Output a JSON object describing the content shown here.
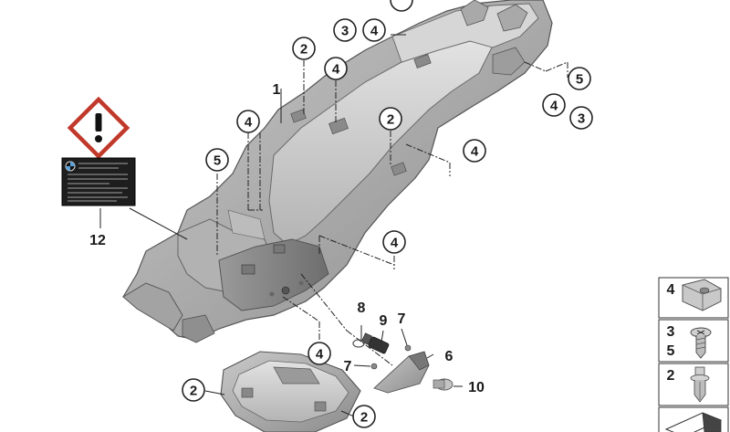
{
  "diagram": {
    "callouts": {
      "c_top3": "3",
      "c_top4": "4",
      "c_2a": "2",
      "c_4a": "4",
      "c_5r": "5",
      "c_4r": "4",
      "c_3r": "3",
      "c_4b": "4",
      "c_2b": "2",
      "c_4c": "4",
      "c_5l": "5",
      "c_4d": "4",
      "c_4e": "4",
      "c_2c": "2",
      "c_2d": "2"
    },
    "plain_labels": {
      "n1": "1",
      "n12": "12",
      "n8": "8",
      "n9": "9",
      "n7a": "7",
      "n6": "6",
      "n7b": "7",
      "n10": "10"
    },
    "fastener_legend": [
      {
        "labels": [
          "4"
        ],
        "icon": "clip-nut-icon"
      },
      {
        "labels": [
          "3",
          "5"
        ],
        "icon": "screw-icon"
      },
      {
        "labels": [
          "2"
        ],
        "icon": "expanding-rivet-icon"
      }
    ],
    "warning_sign": {
      "icon": "exclamation-warning-icon",
      "color": "#c0392b"
    },
    "data_plate": {
      "icon": "bmw-roundel-icon",
      "color": "#1e1e1e"
    }
  }
}
